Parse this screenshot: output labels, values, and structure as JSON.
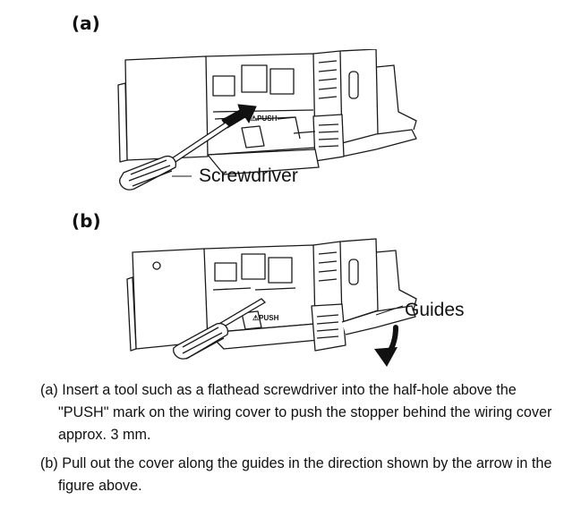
{
  "figure_a": {
    "label": "(a)",
    "push_mark": "⚠PUSH",
    "callout": "Screwdriver"
  },
  "figure_b": {
    "label": "(b)",
    "push_mark": "⚠PUSH",
    "callout": "Guides"
  },
  "steps": [
    {
      "tag": "(a)",
      "text": "Insert a tool such as a flathead screwdriver into the half-hole above the \"PUSH\" mark on the wiring cover to push the stopper behind the wiring cover approx. 3 mm."
    },
    {
      "tag": "(b)",
      "text": "Pull out the cover along the guides in the direction shown by the arrow in the figure above."
    }
  ],
  "colors": {
    "line": "#1a1a1a",
    "arrow": "#111111"
  }
}
